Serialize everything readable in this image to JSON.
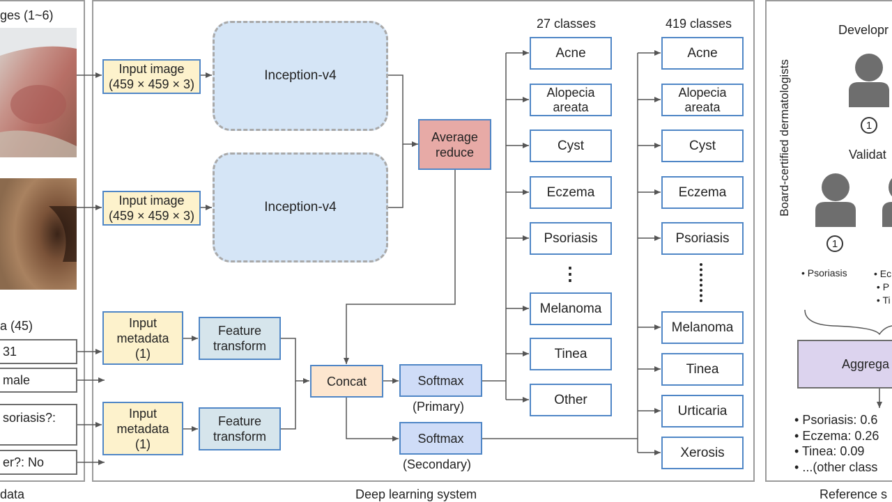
{
  "left_panel": {
    "images_heading": "ges (1~6)",
    "metadata_heading": "a (45)",
    "metadata_fields": [
      "31",
      "male",
      "soriasis?:",
      "er?: No"
    ],
    "footer": "data"
  },
  "center_panel": {
    "input_image_1": "Input image\n(459 × 459 × 3)",
    "input_image_2": "Input image\n(459 × 459 × 3)",
    "inception_1": "Inception-v4",
    "inception_2": "Inception-v4",
    "average_reduce": "Average\nreduce",
    "input_metadata_1": "Input\nmetadata\n(1)",
    "input_metadata_2": "Input\nmetadata\n(1)",
    "feature_transform_1": "Feature\ntransform",
    "feature_transform_2": "Feature\ntransform",
    "concat": "Concat",
    "softmax_primary": "Softmax",
    "softmax_primary_caption": "(Primary)",
    "softmax_secondary": "Softmax",
    "softmax_secondary_caption": "(Secondary)",
    "classes_27_heading": "27 classes",
    "classes_419_heading": "419 classes",
    "classes_27": [
      "Acne",
      "Alopecia\nareata",
      "Cyst",
      "Eczema",
      "Psoriasis",
      "Melanoma",
      "Tinea",
      "Other"
    ],
    "classes_419": [
      "Acne",
      "Alopecia\nareata",
      "Cyst",
      "Eczema",
      "Psoriasis",
      "Melanoma",
      "Tinea",
      "Urticaria",
      "Xerosis"
    ],
    "ellipsis_27": "⋮",
    "ellipsis_419": "⋮",
    "footer": "Deep learning system"
  },
  "right_panel": {
    "vertical_label": "Board-certified dermatologists",
    "development_heading": "Developr",
    "validation_heading": "Validat",
    "circle_number": "1",
    "bullet_single": "Psoriasis",
    "bullets_partial": [
      "Ec",
      "P",
      "Ti"
    ],
    "aggregate_label": "Aggrega",
    "results": [
      "Psoriasis: 0.6",
      "Eczema: 0.26",
      "Tinea: 0.09",
      "...(other class"
    ],
    "footer": "Reference s"
  },
  "colors": {
    "panel_border": "#9a9a9a",
    "box_border": "#4f86c6",
    "yellow_fill": "#fdf2cc",
    "steel_fill": "#d6e5ec",
    "red_fill": "#e7aaa6",
    "inception_fill": "#d5e5f6",
    "aggregate_fill": "#dcd3ee",
    "person_gray": "#6e6e6e"
  }
}
